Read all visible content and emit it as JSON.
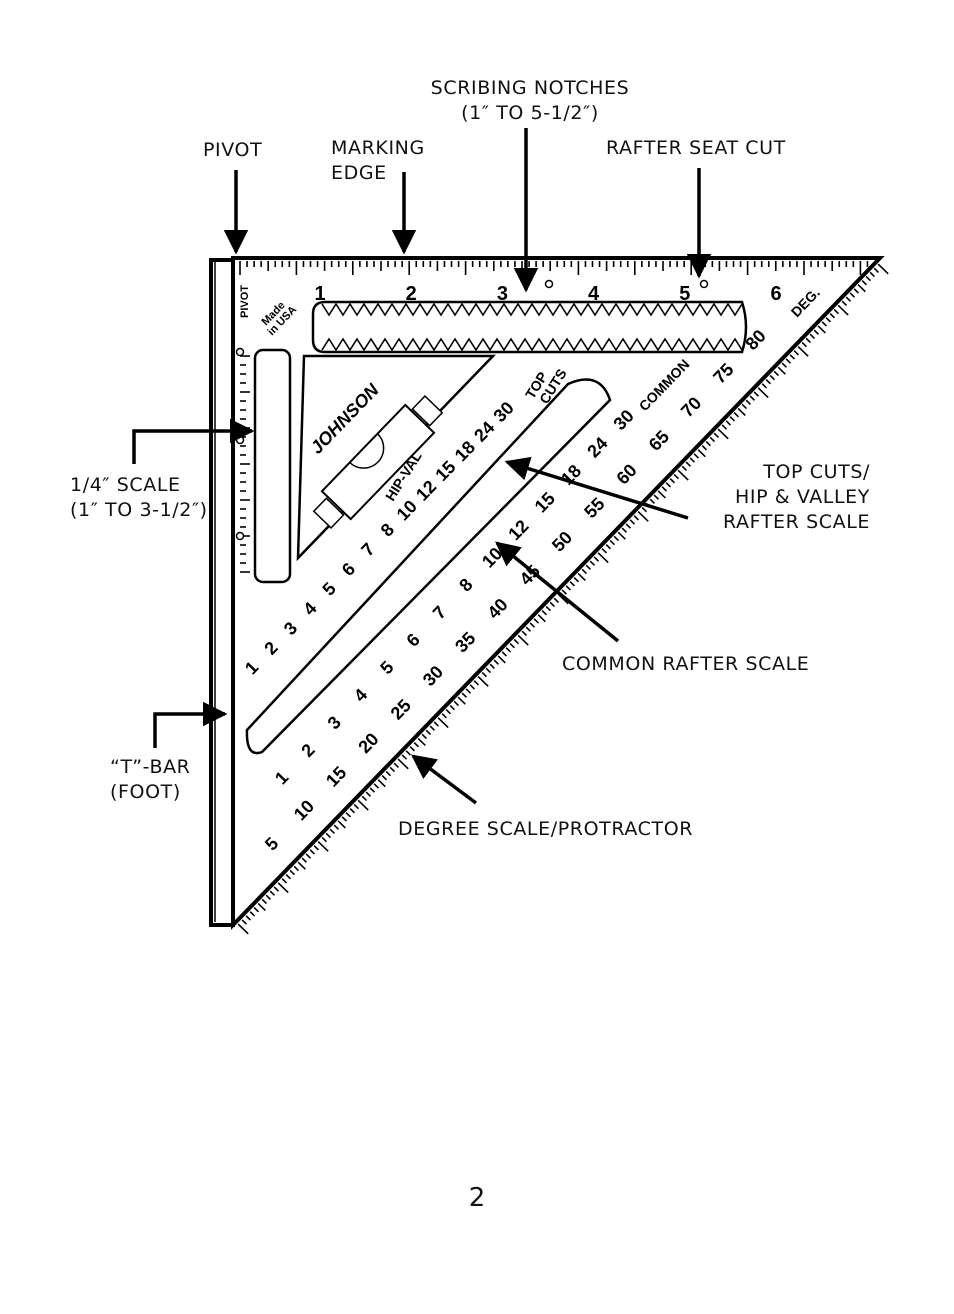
{
  "callouts": {
    "scribing_notches": [
      "SCRIBING NOTCHES",
      "(1″ TO 5-1/2″)"
    ],
    "pivot": "PIVOT",
    "marking_edge": [
      "MARKING",
      "EDGE"
    ],
    "rafter_seat_cut": "RAFTER SEAT CUT",
    "quarter_scale": [
      "1/4″ SCALE",
      "(1″ TO 3-1/2″)"
    ],
    "top_cuts": [
      "TOP CUTS/",
      "HIP & VALLEY",
      "RAFTER SCALE"
    ],
    "common_rafter_scale": "COMMON RAFTER SCALE",
    "t_bar": [
      "“T”-BAR",
      "(FOOT)"
    ],
    "degree_scale": "DEGREE SCALE/PROTRACTOR"
  },
  "square": {
    "brand": "JOHNSON",
    "pivot_mark": "PIVOT",
    "made_in": [
      "Made",
      "in USA"
    ],
    "top_inches": [
      "1",
      "2",
      "3",
      "4",
      "5",
      "6"
    ],
    "deg_label": "DEG.",
    "degree_numbers": [
      "5",
      "10",
      "15",
      "20",
      "25",
      "30",
      "35",
      "40",
      "45",
      "50",
      "55",
      "60",
      "65",
      "70",
      "75",
      "80"
    ],
    "common_numbers": [
      "1",
      "2",
      "3",
      "4",
      "5",
      "6",
      "7",
      "8",
      "10",
      "12",
      "15",
      "18",
      "24",
      "30"
    ],
    "common_label": "COMMON",
    "hip_numbers": [
      "1",
      "2",
      "3",
      "4",
      "5",
      "6",
      "7",
      "8",
      "10",
      "12",
      "15",
      "18",
      "24",
      "30"
    ],
    "hip_label": "HIP-VAL",
    "top_cuts_label": [
      "TOP",
      "CUTS"
    ]
  },
  "page_number": "2"
}
